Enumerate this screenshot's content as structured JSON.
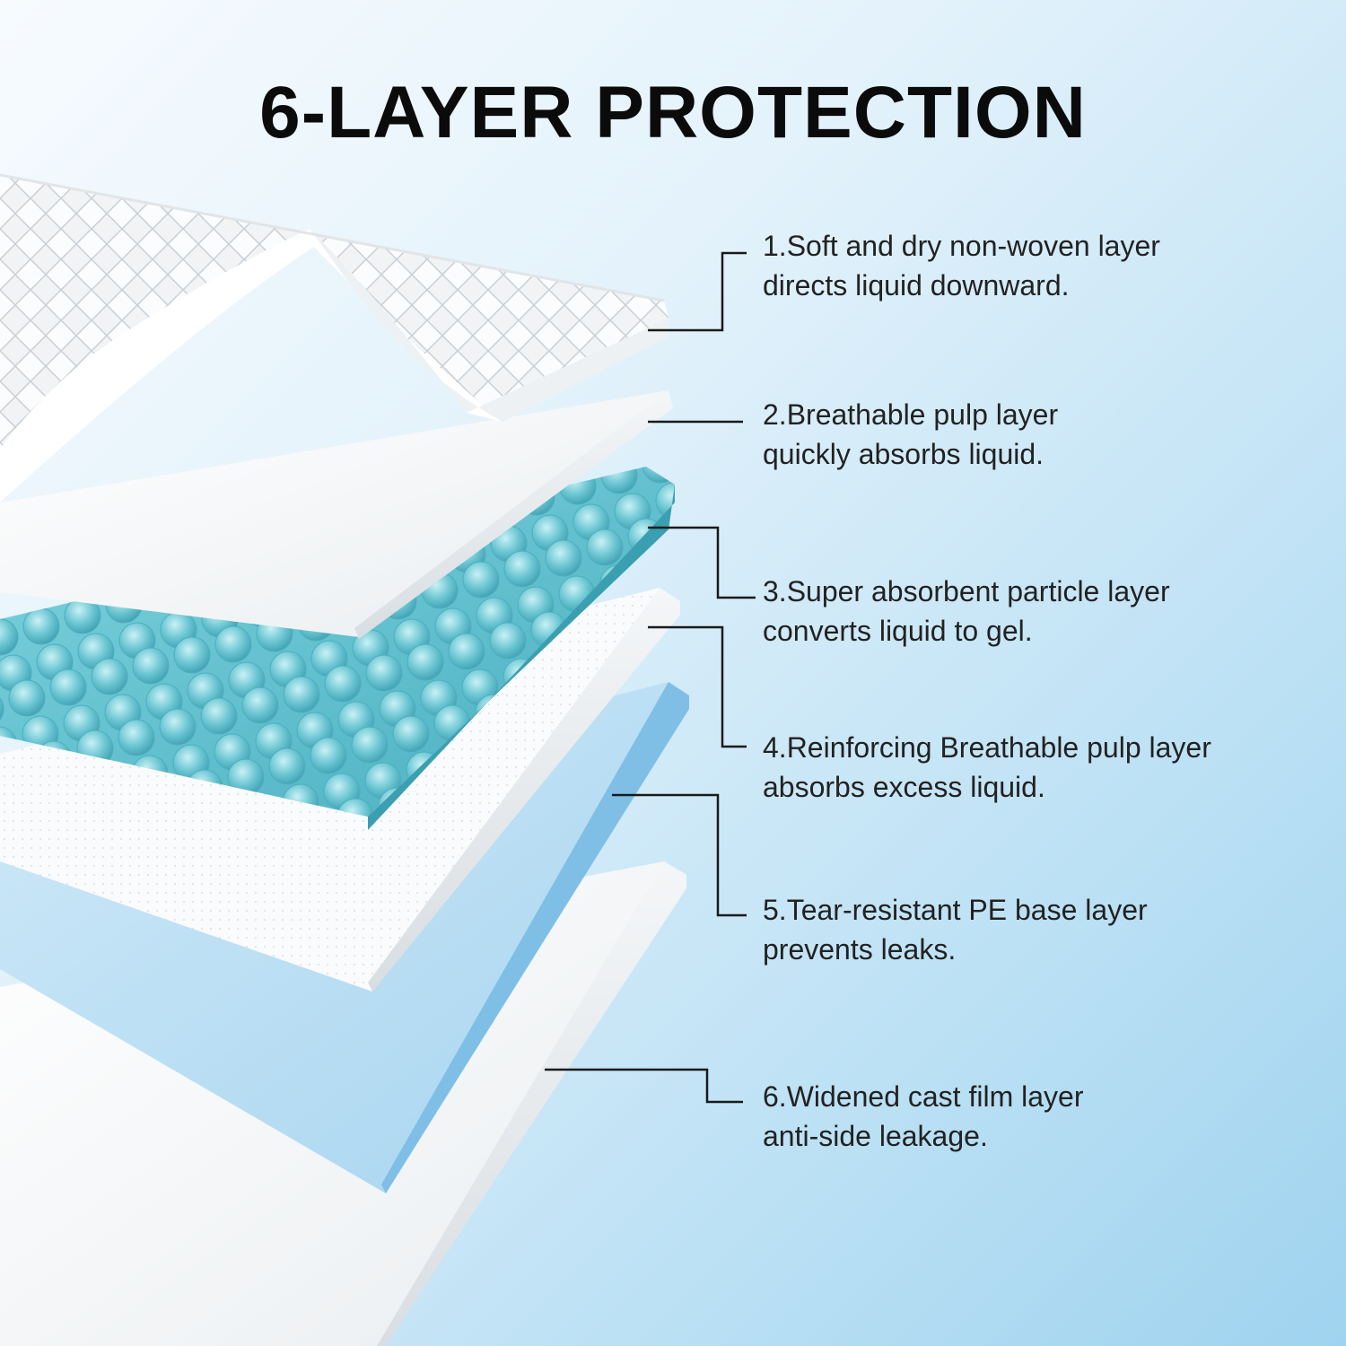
{
  "title": "6-LAYER PROTECTION",
  "colors": {
    "background_light": "#f7fbfe",
    "background_dark": "#9fd3ef",
    "title": "#0b0b0b",
    "layer_white": "#ffffff",
    "layer_gel": "#5fc0cf",
    "layer_film": "#a8d6f2",
    "leader_line": "#1a1a1a"
  },
  "layers": [
    {
      "line1": "1.Soft and dry non-woven layer",
      "line2": "directs liquid downward."
    },
    {
      "line1": "2.Breathable pulp layer",
      "line2": "quickly absorbs liquid."
    },
    {
      "line1": "3.Super absorbent particle layer",
      "line2": "converts liquid to gel."
    },
    {
      "line1": "4.Reinforcing Breathable pulp layer",
      "line2": "absorbs excess liquid."
    },
    {
      "line1": "5.Tear-resistant PE base layer",
      "line2": "prevents leaks."
    },
    {
      "line1": "6.Widened cast film layer",
      "line2": "anti-side leakage."
    }
  ]
}
